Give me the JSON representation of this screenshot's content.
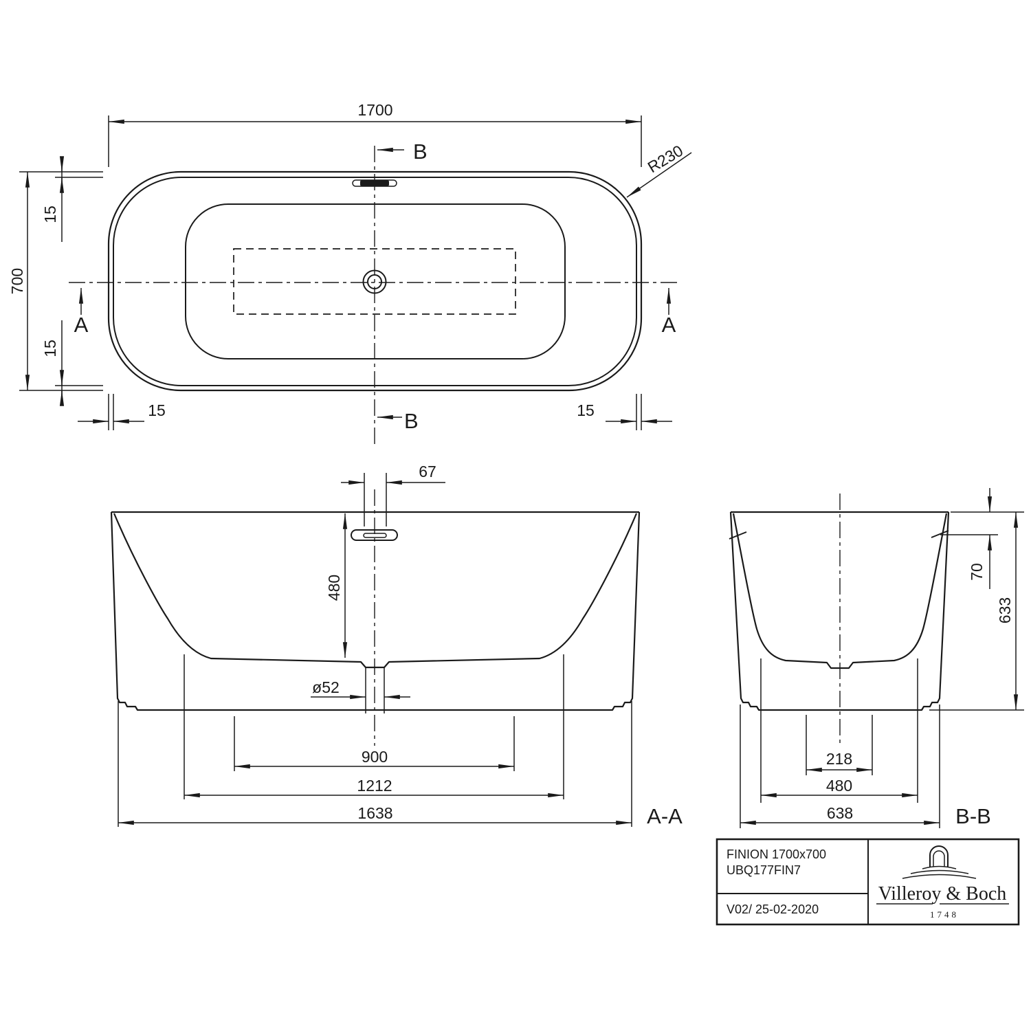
{
  "top": {
    "width": "1700",
    "height": "700",
    "corner_radius": "R230",
    "rim_offset": "15"
  },
  "sections": {
    "a": "A",
    "b": "B"
  },
  "front": {
    "label": "A-A",
    "overflow_width": "67",
    "inner_depth": "480",
    "drain_diameter": "ø52",
    "base_width": "900",
    "mid_width": "1212",
    "overall_width": "1638"
  },
  "side": {
    "label": "B-B",
    "waterline_offset": "70",
    "overall_height": "633",
    "drain_spacing": "218",
    "base_width": "480",
    "overall_width": "638"
  },
  "title_block": {
    "product": "FINION 1700x700",
    "article": "UBQ177FIN7",
    "revision": "V02/ 25-02-2020",
    "brand": "Villeroy & Boch",
    "year": "1748"
  },
  "colors": {
    "line": "#1a1a1a",
    "background": "#ffffff"
  }
}
